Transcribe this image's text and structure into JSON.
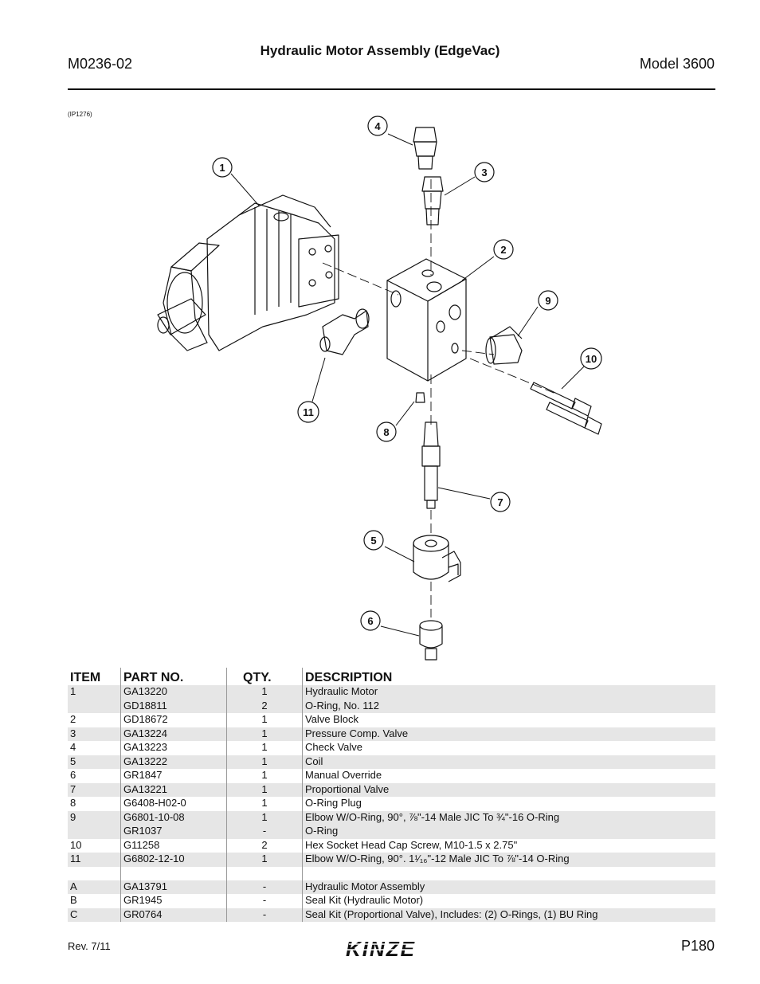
{
  "header": {
    "doc_number": "M0236-02",
    "title": "Hydraulic Motor Assembly (EdgeVac)",
    "model": "Model 3600"
  },
  "figure": {
    "ref": "(IP1276)",
    "callouts": [
      "1",
      "2",
      "3",
      "4",
      "5",
      "6",
      "7",
      "8",
      "9",
      "10",
      "11"
    ]
  },
  "table": {
    "headers": {
      "item": "ITEM",
      "part": "PART NO.",
      "qty": "QTY.",
      "desc": "DESCRIPTION"
    },
    "rows": [
      {
        "item": "1",
        "part": "GA13220",
        "qty": "1",
        "desc": "Hydraulic Motor"
      },
      {
        "item": "",
        "part": "GD18811",
        "qty": "2",
        "desc": "O-Ring, No. 112"
      },
      {
        "item": "2",
        "part": "GD18672",
        "qty": "1",
        "desc": "Valve Block"
      },
      {
        "item": "3",
        "part": "GA13224",
        "qty": "1",
        "desc": "Pressure Comp. Valve"
      },
      {
        "item": "4",
        "part": "GA13223",
        "qty": "1",
        "desc": "Check Valve"
      },
      {
        "item": "5",
        "part": "GA13222",
        "qty": "1",
        "desc": "Coil"
      },
      {
        "item": "6",
        "part": "GR1847",
        "qty": "1",
        "desc": "Manual Override"
      },
      {
        "item": "7",
        "part": "GA13221",
        "qty": "1",
        "desc": "Proportional Valve"
      },
      {
        "item": "8",
        "part": "G6408-H02-0",
        "qty": "1",
        "desc": "O-Ring Plug"
      },
      {
        "item": "9",
        "part": "G6801-10-08",
        "qty": "1",
        "desc": "Elbow W/O-Ring, 90°, ⅞\"-14 Male JIC To ¾\"-16 O-Ring"
      },
      {
        "item": "",
        "part": "GR1037",
        "qty": "-",
        "desc": "O-Ring"
      },
      {
        "item": "10",
        "part": "G11258",
        "qty": "2",
        "desc": "Hex Socket Head Cap Screw, M10-1.5 x 2.75\""
      },
      {
        "item": "11",
        "part": "G6802-12-10",
        "qty": "1",
        "desc": "Elbow W/O-Ring, 90°. 1¹⁄₁₆\"-12 Male JIC To  ⅞\"-14 O-Ring"
      },
      {
        "item": "A",
        "part": "GA13791",
        "qty": "-",
        "desc": "Hydraulic Motor Assembly"
      },
      {
        "item": "B",
        "part": "GR1945",
        "qty": "-",
        "desc": "Seal Kit (Hydraulic Motor)"
      },
      {
        "item": "C",
        "part": "GR0764",
        "qty": "-",
        "desc": "Seal Kit (Proportional Valve), Includes: (2) O-Rings, (1) BU Ring"
      }
    ]
  },
  "footer": {
    "revision": "Rev. 7/11",
    "brand": "KINZE",
    "page": "P180"
  }
}
